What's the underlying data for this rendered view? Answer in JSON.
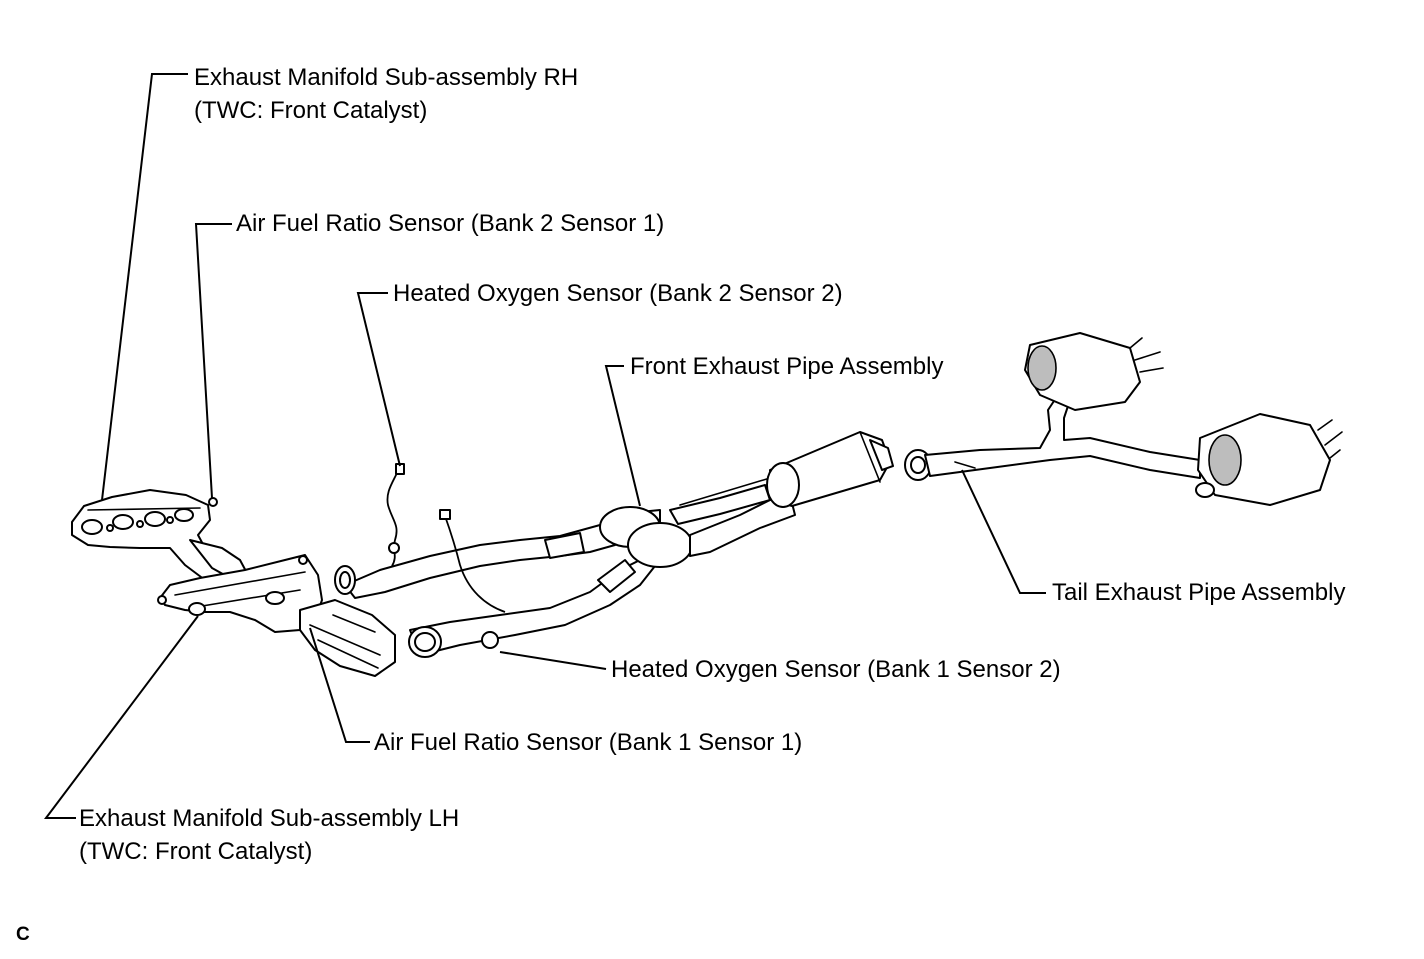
{
  "labels": {
    "manifold_rh_line1": "Exhaust Manifold Sub-assembly RH",
    "manifold_rh_line2": "(TWC: Front Catalyst)",
    "af_sensor_b2s1": "Air Fuel Ratio Sensor (Bank 2 Sensor 1)",
    "ho2_sensor_b2s2": "Heated Oxygen Sensor (Bank 2 Sensor 2)",
    "front_exhaust_pipe": "Front Exhaust Pipe Assembly",
    "tail_exhaust_pipe": "Tail Exhaust Pipe Assembly",
    "ho2_sensor_b1s2": "Heated Oxygen Sensor (Bank 1 Sensor 2)",
    "af_sensor_b1s1": "Air Fuel Ratio Sensor (Bank 1 Sensor 1)",
    "manifold_lh_line1": "Exhaust Manifold Sub-assembly LH",
    "manifold_lh_line2": "(TWC: Front Catalyst)"
  },
  "corner_mark": "C"
}
